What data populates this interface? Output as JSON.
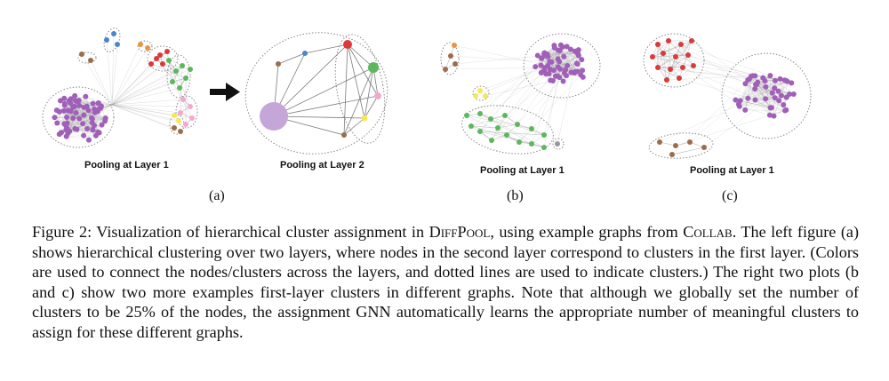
{
  "figure": {
    "panel_a": {
      "title_left": "Pooling at Layer 1",
      "title_right": "Pooling at Layer 2",
      "label": "(a)"
    },
    "panel_b": {
      "title": "Pooling at Layer 1",
      "label": "(b)"
    },
    "panel_c": {
      "title": "Pooling at Layer 1",
      "label": "(c)"
    },
    "colors": {
      "purple": "#a05fb8",
      "purple_large": "#c5a6d8",
      "green": "#5cb85c",
      "red": "#d93a3a",
      "pink": "#f3a8cf",
      "yellow": "#f2e85a",
      "orange": "#e8963c",
      "brown": "#9c6c4c",
      "blue": "#4a86c8",
      "edge": "#9a9a9a",
      "cluster_outline": "#888888"
    }
  },
  "caption": {
    "prefix": "Figure 2: Visualization of hierarchical cluster assignment in ",
    "model_name": "DiffPool",
    "middle": ", using example graphs from ",
    "dataset_name": "Collab",
    "rest": ". The left figure (a) shows hierarchical clustering over two layers, where nodes in the second layer correspond to clusters in the first layer. (Colors are used to connect the nodes/clusters across the layers, and dotted lines are used to indicate clusters.) The right two plots (b and c) show two more examples first-layer clusters in different graphs. Note that although we globally set the number of clusters to be 25% of the nodes, the assignment GNN automatically learns the appropriate number of meaningful clusters to assign for these different graphs."
  }
}
